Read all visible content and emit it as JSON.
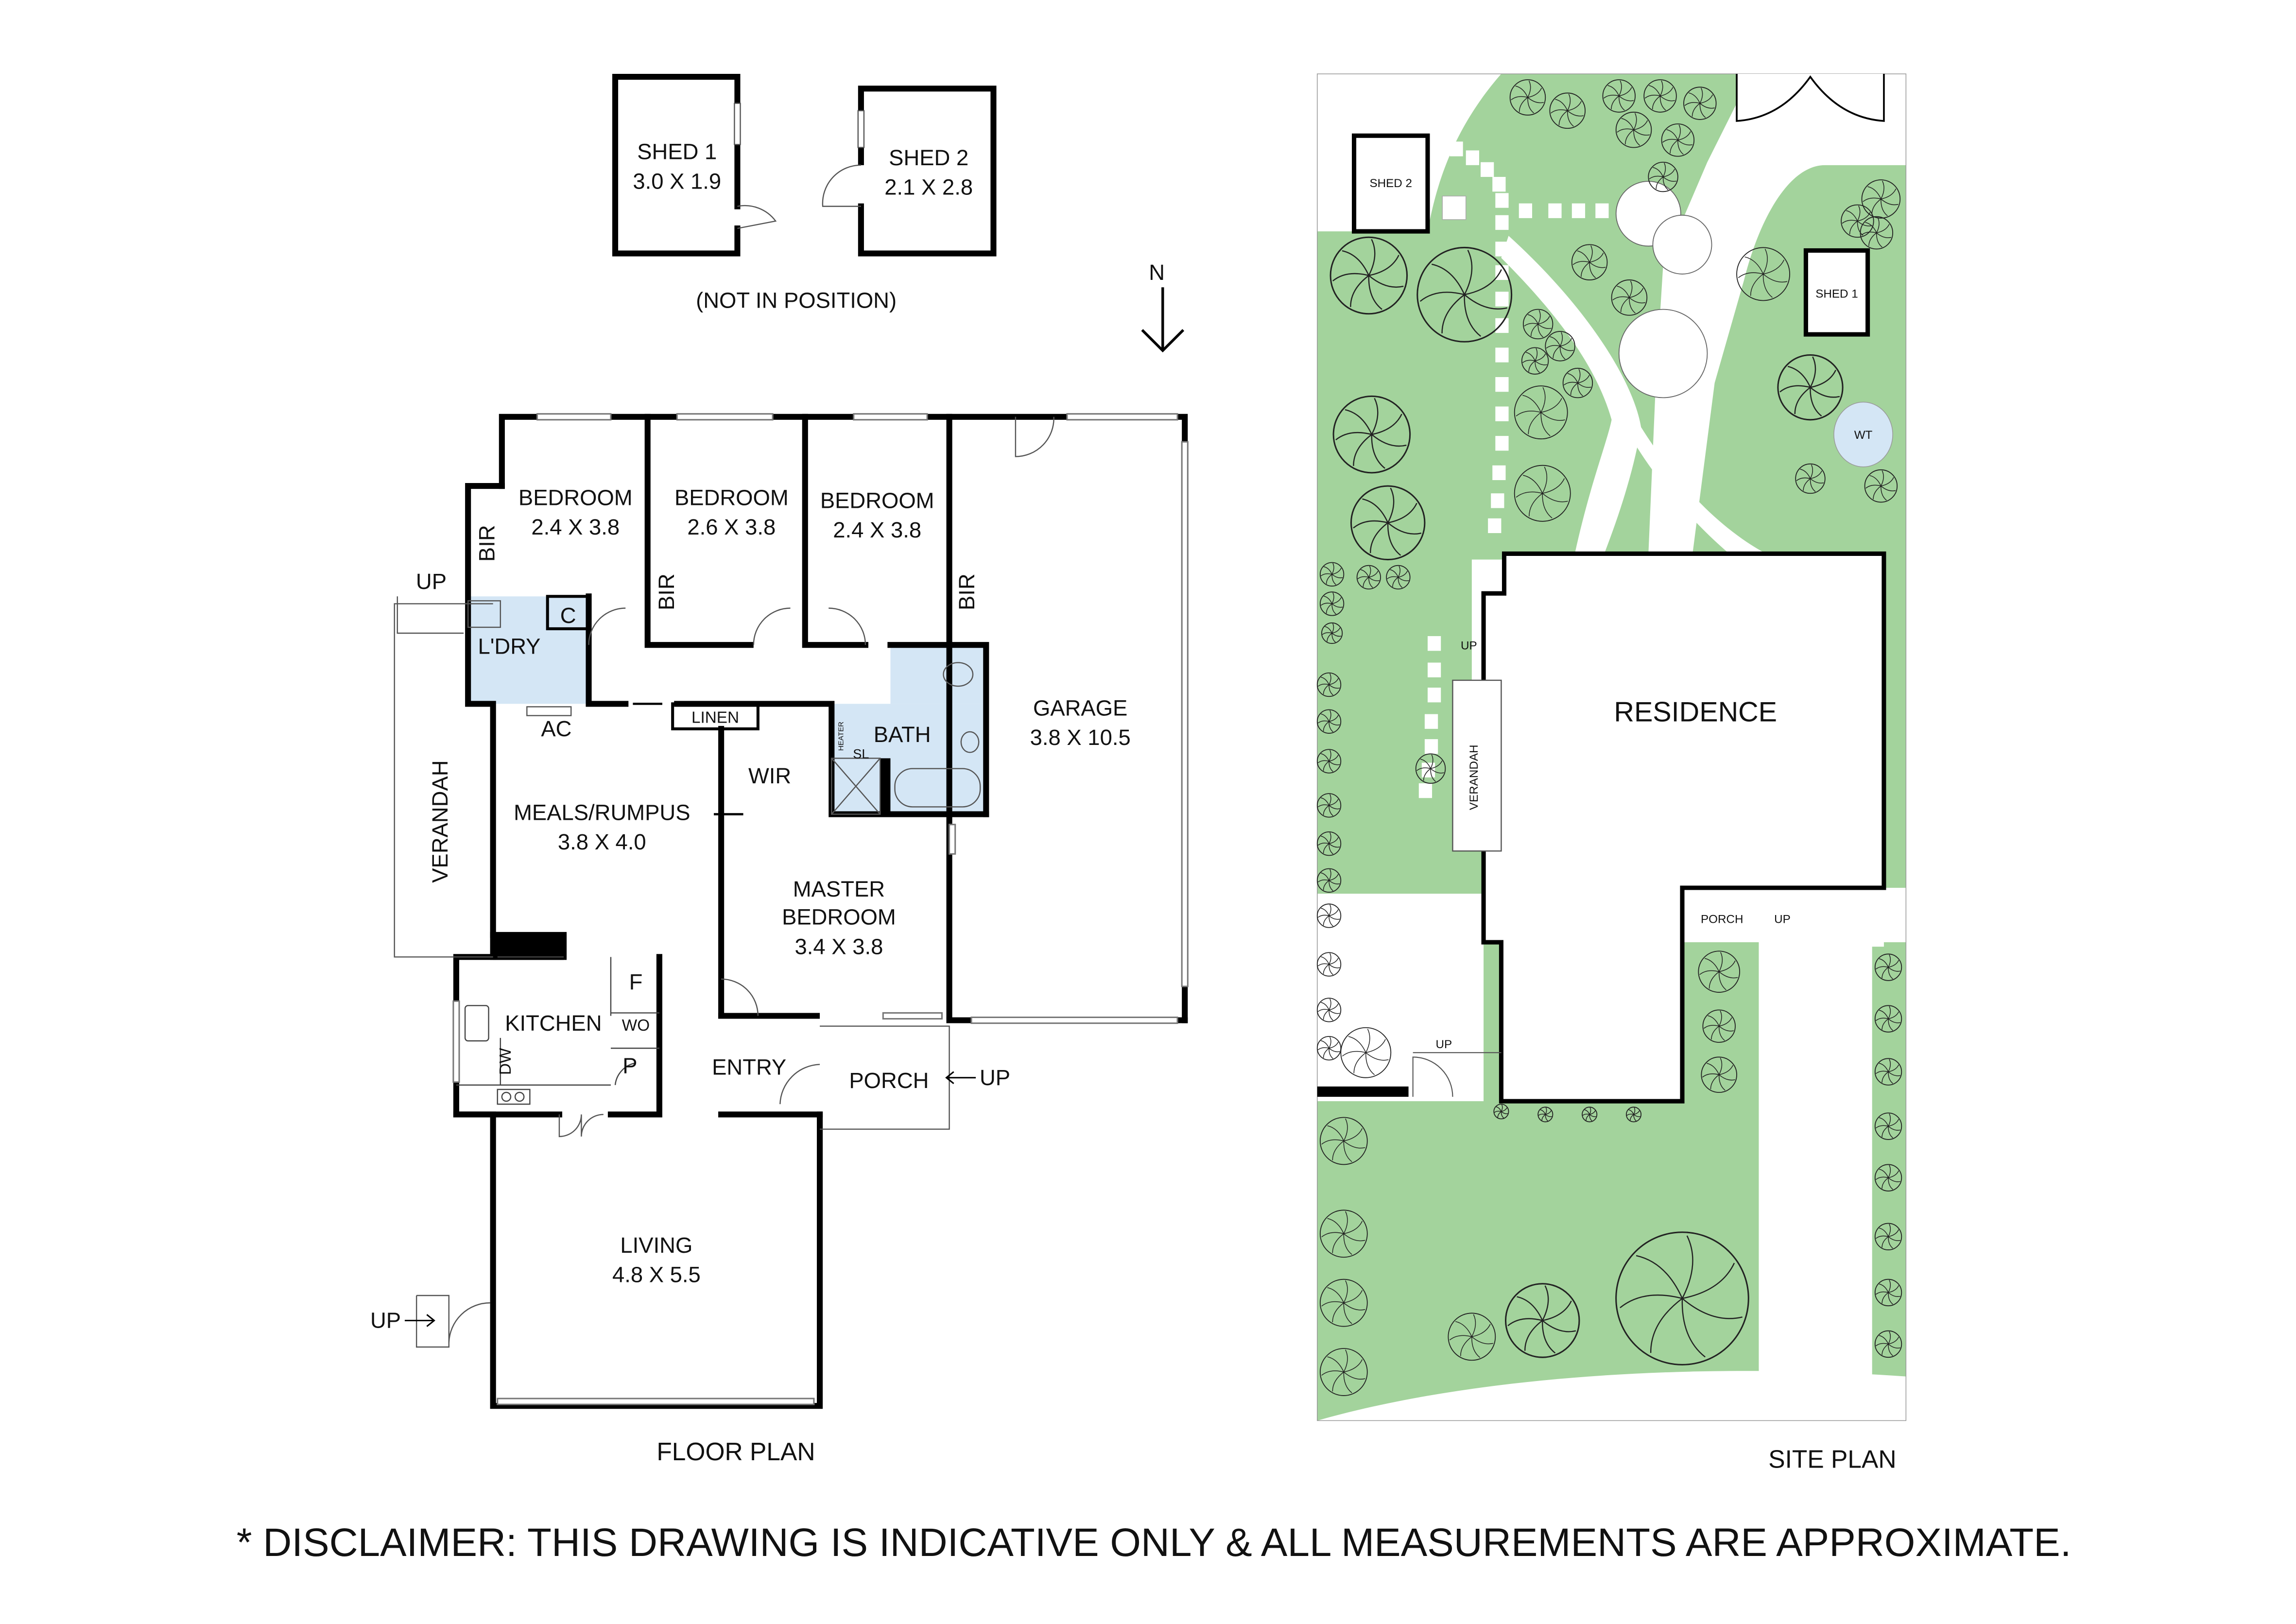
{
  "sheds": {
    "shed1": {
      "name": "SHED 1",
      "size": "3.0 X 1.9"
    },
    "shed2": {
      "name": "SHED 2",
      "size": "2.1 X 2.8"
    },
    "note": "(NOT IN POSITION)"
  },
  "north": "N",
  "rooms": {
    "bed1": {
      "name": "BEDROOM",
      "size": "2.4 X 3.8"
    },
    "bed2": {
      "name": "BEDROOM",
      "size": "2.6 X 3.8"
    },
    "bed3": {
      "name": "BEDROOM",
      "size": "2.4 X 3.8"
    },
    "bir": "BIR",
    "laundry": "L'DRY",
    "c": "C",
    "ac": "AC",
    "linen": "LINEN",
    "bath": "BATH",
    "heater": "HEATER",
    "sl": "SL",
    "wir": "WIR",
    "garage": {
      "name": "GARAGE",
      "size": "3.8 X 10.5"
    },
    "meals": {
      "name": "MEALS/RUMPUS",
      "size": "3.8 X 4.0"
    },
    "verandah": "VERANDAH",
    "master": {
      "name1": "MASTER",
      "name2": "BEDROOM",
      "size": "3.4 X 3.8"
    },
    "kitchen": "KITCHEN",
    "f": "F",
    "wo": "WO",
    "p": "P",
    "dw": "DW",
    "entry": "ENTRY",
    "porch": "PORCH",
    "living": {
      "name": "LIVING",
      "size": "4.8 X 5.5"
    },
    "up": "UP"
  },
  "floor_plan_title": "FLOOR PLAN",
  "site": {
    "title": "SITE PLAN",
    "residence": "RESIDENCE",
    "shed1": "SHED 1",
    "shed2": "SHED 2",
    "wt": "WT",
    "verandah": "VERANDAH",
    "porch": "PORCH",
    "up": "UP",
    "colors": {
      "lawn": "#a3d39c",
      "water_tank": "#d4e6f5"
    }
  },
  "disclaimer": "* DISCLAIMER: THIS DRAWING IS INDICATIVE ONLY & ALL MEASUREMENTS ARE APPROXIMATE."
}
